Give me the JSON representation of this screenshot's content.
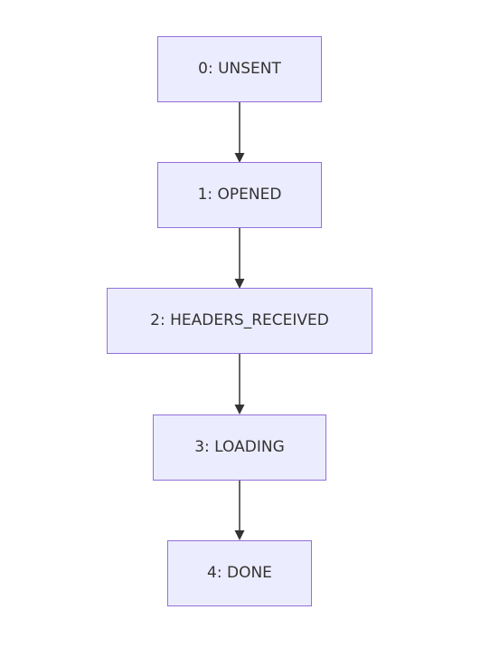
{
  "diagram": {
    "type": "flowchart",
    "direction": "top-down",
    "colors": {
      "node_fill": "#ececff",
      "node_border": "#9370db",
      "edge": "#333333",
      "text": "#333333"
    },
    "nodes": [
      {
        "id": "unsent",
        "label": "0: UNSENT"
      },
      {
        "id": "opened",
        "label": "1: OPENED"
      },
      {
        "id": "headers_received",
        "label": "2: HEADERS_RECEIVED"
      },
      {
        "id": "loading",
        "label": "3: LOADING"
      },
      {
        "id": "done",
        "label": "4: DONE"
      }
    ],
    "edges": [
      {
        "from": "unsent",
        "to": "opened"
      },
      {
        "from": "opened",
        "to": "headers_received"
      },
      {
        "from": "headers_received",
        "to": "loading"
      },
      {
        "from": "loading",
        "to": "done"
      }
    ]
  }
}
